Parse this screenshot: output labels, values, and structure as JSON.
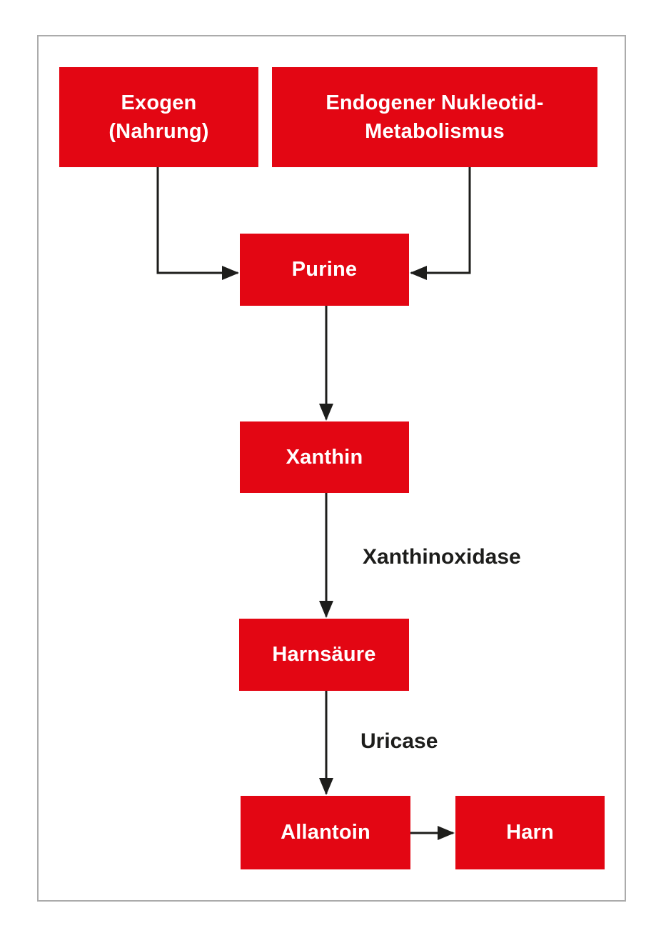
{
  "colors": {
    "accent": "#e30613",
    "ink": "#1d1d1b",
    "frame": "#ababab"
  },
  "diagram": {
    "title": "Purine metabolism flowchart (German)",
    "nodes": {
      "exogen": {
        "line1": "Exogen",
        "line2": "(Nahrung)"
      },
      "endogen": {
        "line1": "Endogener Nukleotid-",
        "line2": "Metabolismus"
      },
      "purine": {
        "label": "Purine"
      },
      "xanthin": {
        "label": "Xanthin"
      },
      "harnsaeure": {
        "label": "Harnsäure"
      },
      "allantoin": {
        "label": "Allantoin"
      },
      "harn": {
        "label": "Harn"
      }
    },
    "edge_labels": {
      "xanthinoxidase": "Xanthinoxidase",
      "uricase": "Uricase"
    }
  }
}
